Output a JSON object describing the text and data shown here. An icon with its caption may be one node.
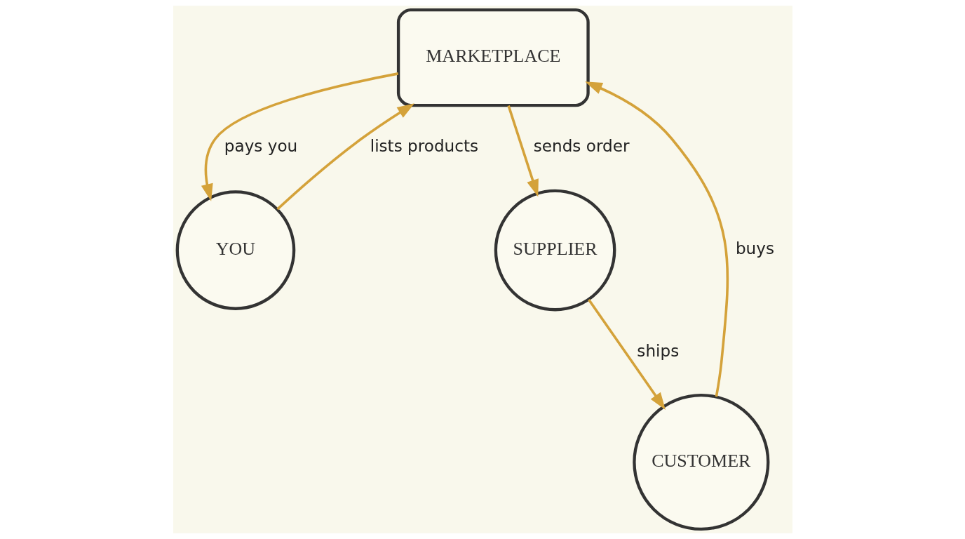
{
  "diagram": {
    "nodes": [
      {
        "text": [
          "MARKETPLACE"
        ]
      },
      {
        "text": [
          "YOU"
        ]
      },
      {
        "text": [
          "SUPPLIER"
        ]
      },
      {
        "text": [
          "CUSTOMER"
        ]
      }
    ],
    "edges": [
      {
        "from": 1,
        "to": 0,
        "arrow": "to",
        "label": "lists products"
      },
      {
        "from": 0,
        "to": 2,
        "arrow": "to",
        "label": "sends order"
      },
      {
        "from": 2,
        "to": 3,
        "arrow": "to",
        "label": "ships"
      },
      {
        "from": 3,
        "to": 0,
        "arrow": "to",
        "label": "buys"
      },
      {
        "from": 0,
        "to": 1,
        "arrow": "to",
        "label": "pays you"
      }
    ]
  }
}
